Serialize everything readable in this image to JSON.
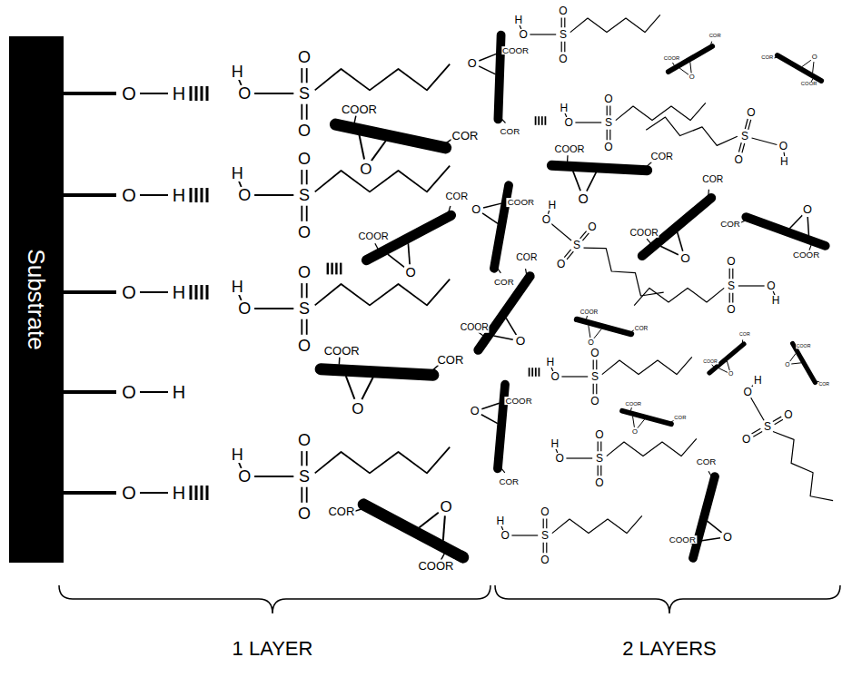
{
  "diagram": {
    "nodes": [
      {
        "text": [
          "Substrate"
        ]
      }
    ],
    "labels": [
      "O",
      "H",
      "O",
      "H",
      "O",
      "H",
      "O",
      "H",
      "O",
      "H",
      "H",
      "O",
      "O",
      "S",
      "O",
      "H",
      "O",
      "O",
      "S",
      "O",
      "H",
      "O",
      "O",
      "S",
      "O",
      "H",
      "O",
      "O",
      "S",
      "O",
      "COOR",
      "COR",
      "O",
      "COOR",
      "COR",
      "O",
      "COOR",
      "COR",
      "O",
      "COOR",
      "COR",
      "O",
      "COOR",
      "COR",
      "O",
      "COOR",
      "COR",
      "O",
      "COOR",
      "COR",
      "O",
      "COOR",
      "COR",
      "O",
      "COOR",
      "COR",
      "O",
      "COOR",
      "COR",
      "O",
      "COOR",
      "COR",
      "O",
      "COOR",
      "COR",
      "O",
      "COOR",
      "COR",
      "O",
      "COOR",
      "COR",
      "O",
      "COOR",
      "COR",
      "O",
      "COOR",
      "COR",
      "O",
      "COOR",
      "COR",
      "O",
      "COOR",
      "COR",
      "O",
      "H",
      "O",
      "O",
      "S",
      "O",
      "H",
      "O",
      "O",
      "S",
      "O",
      "H",
      "O",
      "O",
      "S",
      "O",
      "H",
      "O",
      "O",
      "S",
      "O",
      "H",
      "O",
      "O",
      "S",
      "O",
      "H",
      "O",
      "O",
      "S",
      "O",
      "H",
      "O",
      "O",
      "S",
      "O",
      "H",
      "O",
      "O",
      "S",
      "O",
      "H",
      "O",
      "O",
      "S",
      "O",
      "1 LAYER",
      "2 LAYERS"
    ]
  }
}
